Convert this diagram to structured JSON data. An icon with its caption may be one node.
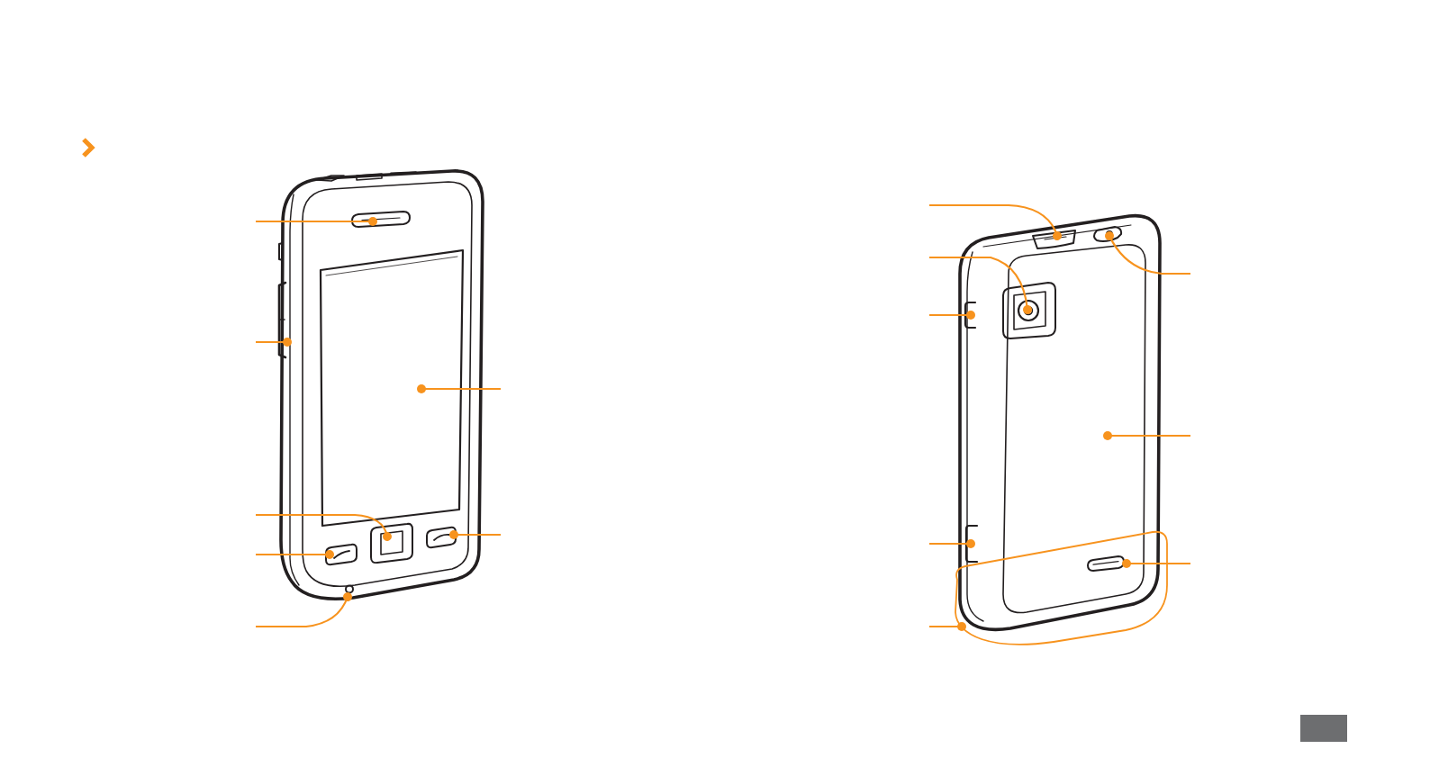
{
  "diagram": {
    "nodes": [
      {
        "text": [],
        "shape": "picture"
      },
      {
        "text": [],
        "shape": "box",
        "in": 0
      },
      {
        "text": [],
        "shape": "bar",
        "in": 0
      },
      {
        "text": [],
        "shape": "box",
        "in": 0
      },
      {
        "text": [],
        "shape": "box",
        "in": 0
      },
      {
        "text": [],
        "shape": "box",
        "in": 0
      },
      {
        "text": [],
        "shape": "box",
        "in": 0
      },
      {
        "text": [],
        "shape": "circle",
        "in": 0
      },
      {
        "text": [],
        "shape": "picture"
      },
      {
        "text": [],
        "shape": "box",
        "in": 8
      },
      {
        "text": [],
        "shape": "circle",
        "in": 8
      },
      {
        "text": [],
        "shape": "box",
        "in": 13
      },
      {
        "text": [],
        "shape": "bar",
        "in": 8
      },
      {
        "text": [],
        "shape": "box",
        "in": 8
      },
      {
        "text": [],
        "shape": "bar",
        "in": 8
      },
      {
        "text": [],
        "shape": "box"
      },
      {
        "text": [],
        "shape": "box"
      }
    ],
    "edges": [
      {
        "from": null,
        "to": 1,
        "arrow": "other"
      },
      {
        "from": null,
        "to": 2,
        "arrow": "other"
      },
      {
        "from": null,
        "to": 3,
        "arrow": "other"
      },
      {
        "from": null,
        "to": 4,
        "arrow": "other"
      },
      {
        "from": null,
        "to": 5,
        "arrow": "other"
      },
      {
        "from": null,
        "to": 6,
        "arrow": "other"
      },
      {
        "from": null,
        "to": 7,
        "arrow": "other"
      },
      {
        "from": null,
        "to": 9,
        "arrow": "other"
      },
      {
        "from": null,
        "to": 10,
        "arrow": "other"
      },
      {
        "from": null,
        "to": 11,
        "arrow": "other"
      },
      {
        "from": null,
        "to": 12,
        "arrow": "other"
      },
      {
        "from": null,
        "to": 13,
        "arrow": "other"
      },
      {
        "from": null,
        "to": 14,
        "arrow": "other"
      },
      {
        "from": null,
        "to": 15,
        "arrow": "other"
      },
      {
        "from": null,
        "to": 16,
        "arrow": "other"
      }
    ]
  }
}
